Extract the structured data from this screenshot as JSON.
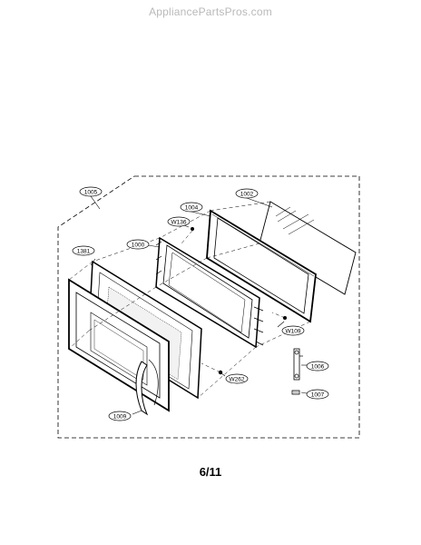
{
  "watermark": "AppliancePartsPros.com",
  "page_number": "6/11",
  "callouts": {
    "c1005": "1005",
    "c1004": "1004",
    "c1002": "1002",
    "cW136": "W136",
    "c1000": "1000",
    "c1381": "1381",
    "cW109": "W109",
    "c1006": "1006",
    "cW262": "W262",
    "c1007": "1007",
    "c1009": "1009"
  },
  "colors": {
    "line": "#000000",
    "watermark": "#b9b9b9"
  }
}
